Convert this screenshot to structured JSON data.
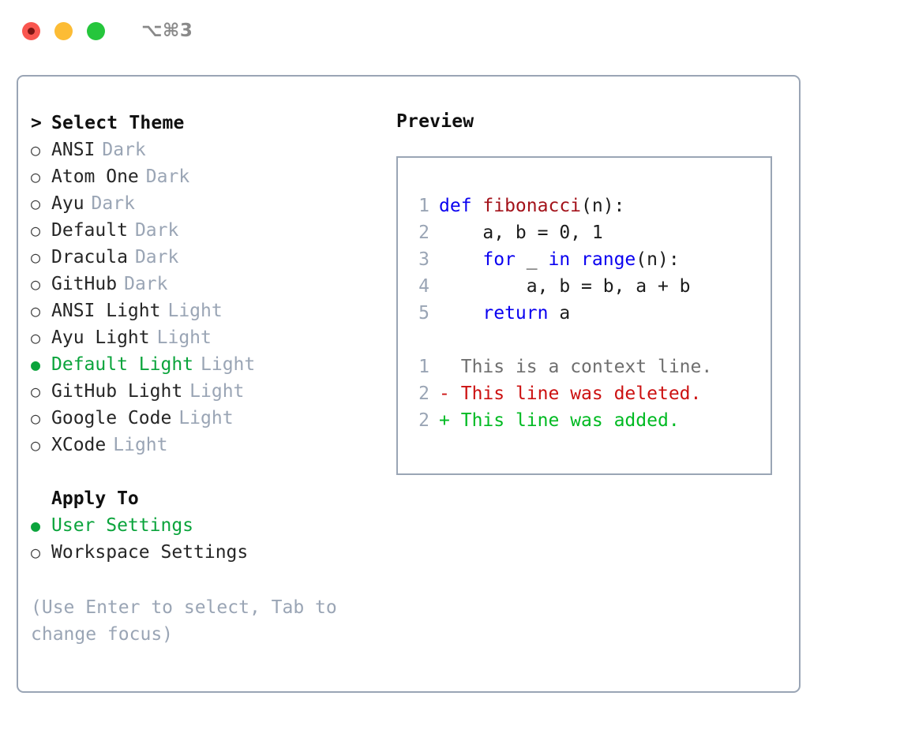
{
  "titlebar": {
    "shortcut": "⌥⌘3",
    "lights": [
      "close",
      "minimize",
      "maximize"
    ]
  },
  "theme_picker": {
    "header": {
      "marker": ">",
      "label": "Select Theme"
    },
    "items": [
      {
        "marker": "○",
        "label": "ANSI",
        "tag": "Dark",
        "selected": false
      },
      {
        "marker": "○",
        "label": "Atom One",
        "tag": "Dark",
        "selected": false
      },
      {
        "marker": "○",
        "label": "Ayu",
        "tag": "Dark",
        "selected": false
      },
      {
        "marker": "○",
        "label": "Default",
        "tag": "Dark",
        "selected": false
      },
      {
        "marker": "○",
        "label": "Dracula",
        "tag": "Dark",
        "selected": false
      },
      {
        "marker": "○",
        "label": "GitHub",
        "tag": "Dark",
        "selected": false
      },
      {
        "marker": "○",
        "label": "ANSI Light",
        "tag": "Light",
        "selected": false
      },
      {
        "marker": "○",
        "label": "Ayu Light",
        "tag": "Light",
        "selected": false
      },
      {
        "marker": "●",
        "label": "Default Light",
        "tag": "Light",
        "selected": true
      },
      {
        "marker": "○",
        "label": "GitHub Light",
        "tag": "Light",
        "selected": false
      },
      {
        "marker": "○",
        "label": "Google Code",
        "tag": "Light",
        "selected": false
      },
      {
        "marker": "○",
        "label": "XCode",
        "tag": "Light",
        "selected": false
      }
    ]
  },
  "apply_to": {
    "header": {
      "label": "Apply To"
    },
    "items": [
      {
        "marker": "●",
        "label": "User Settings",
        "selected": true
      },
      {
        "marker": "○",
        "label": "Workspace Settings",
        "selected": false
      }
    ]
  },
  "hint": "(Use Enter to select, Tab to change focus)",
  "preview": {
    "title": "Preview",
    "code_lines": [
      {
        "num": "1",
        "segments": [
          {
            "t": "def ",
            "c": "kw"
          },
          {
            "t": "fibonacci",
            "c": "fn"
          },
          {
            "t": "(n):",
            "c": "plain"
          }
        ]
      },
      {
        "num": "2",
        "segments": [
          {
            "t": "    a, b = 0, 1",
            "c": "plain"
          }
        ]
      },
      {
        "num": "3",
        "segments": [
          {
            "t": "    ",
            "c": "plain"
          },
          {
            "t": "for",
            "c": "kw"
          },
          {
            "t": " _ ",
            "c": "plain"
          },
          {
            "t": "in",
            "c": "kw"
          },
          {
            "t": " ",
            "c": "plain"
          },
          {
            "t": "range",
            "c": "kw"
          },
          {
            "t": "(n):",
            "c": "plain"
          }
        ]
      },
      {
        "num": "4",
        "segments": [
          {
            "t": "        a, b = b, a + b",
            "c": "plain"
          }
        ]
      },
      {
        "num": "5",
        "segments": [
          {
            "t": "    ",
            "c": "plain"
          },
          {
            "t": "return",
            "c": "kw"
          },
          {
            "t": " a",
            "c": "plain"
          }
        ]
      }
    ],
    "diff_lines": [
      {
        "num": "1",
        "sign": " ",
        "text": "This is a context line.",
        "kind": "ctx"
      },
      {
        "num": "2",
        "sign": "-",
        "text": "This line was deleted.",
        "kind": "del"
      },
      {
        "num": "2",
        "sign": "+",
        "text": "This line was added.",
        "kind": "add"
      }
    ]
  },
  "colors": {
    "accent_green": "#0ba43c",
    "muted": "#9aa5b5",
    "keyword_blue": "#0a00f0",
    "function_red": "#a3121a",
    "diff_add": "#00ba22",
    "diff_del": "#cc1111",
    "border": "#9aa5b5"
  }
}
